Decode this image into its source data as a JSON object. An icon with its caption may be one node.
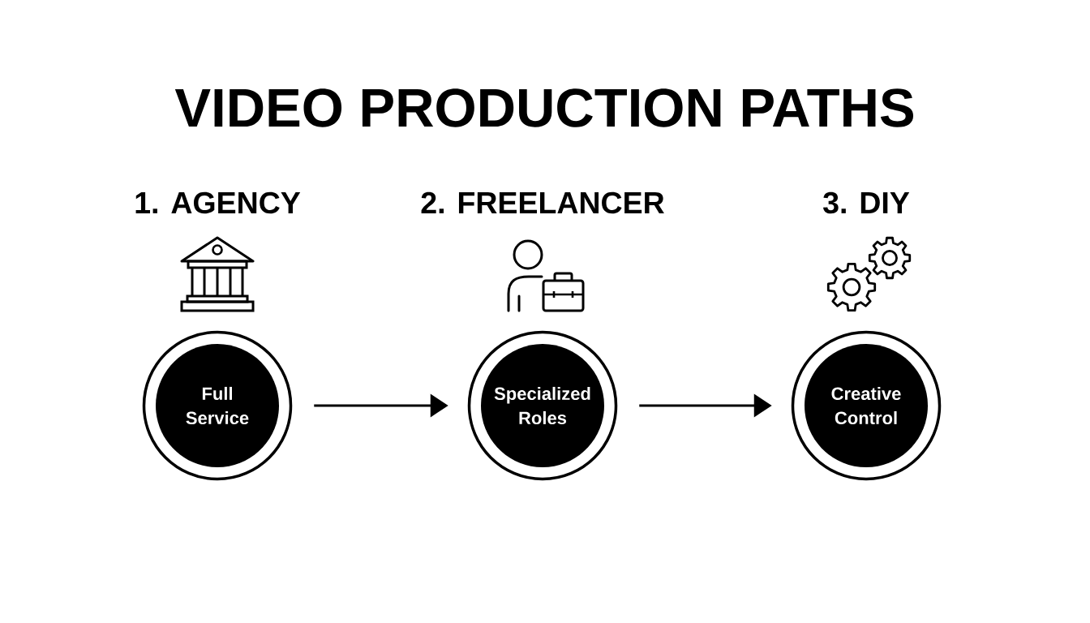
{
  "diagram": {
    "title": "VIDEO PRODUCTION PATHS",
    "nodes": [
      {
        "text": [
          "Full Service"
        ],
        "beside": [
          "1. AGENCY"
        ]
      },
      {
        "text": [
          "Specialized Roles"
        ],
        "beside": [
          "2. FREELANCER"
        ]
      },
      {
        "text": [
          "Creative Control"
        ],
        "beside": [
          "3. DIY"
        ]
      }
    ],
    "edges": [
      {
        "from": 0,
        "to": 1,
        "arrow": "to"
      },
      {
        "from": 1,
        "to": 2,
        "arrow": "to"
      }
    ]
  }
}
